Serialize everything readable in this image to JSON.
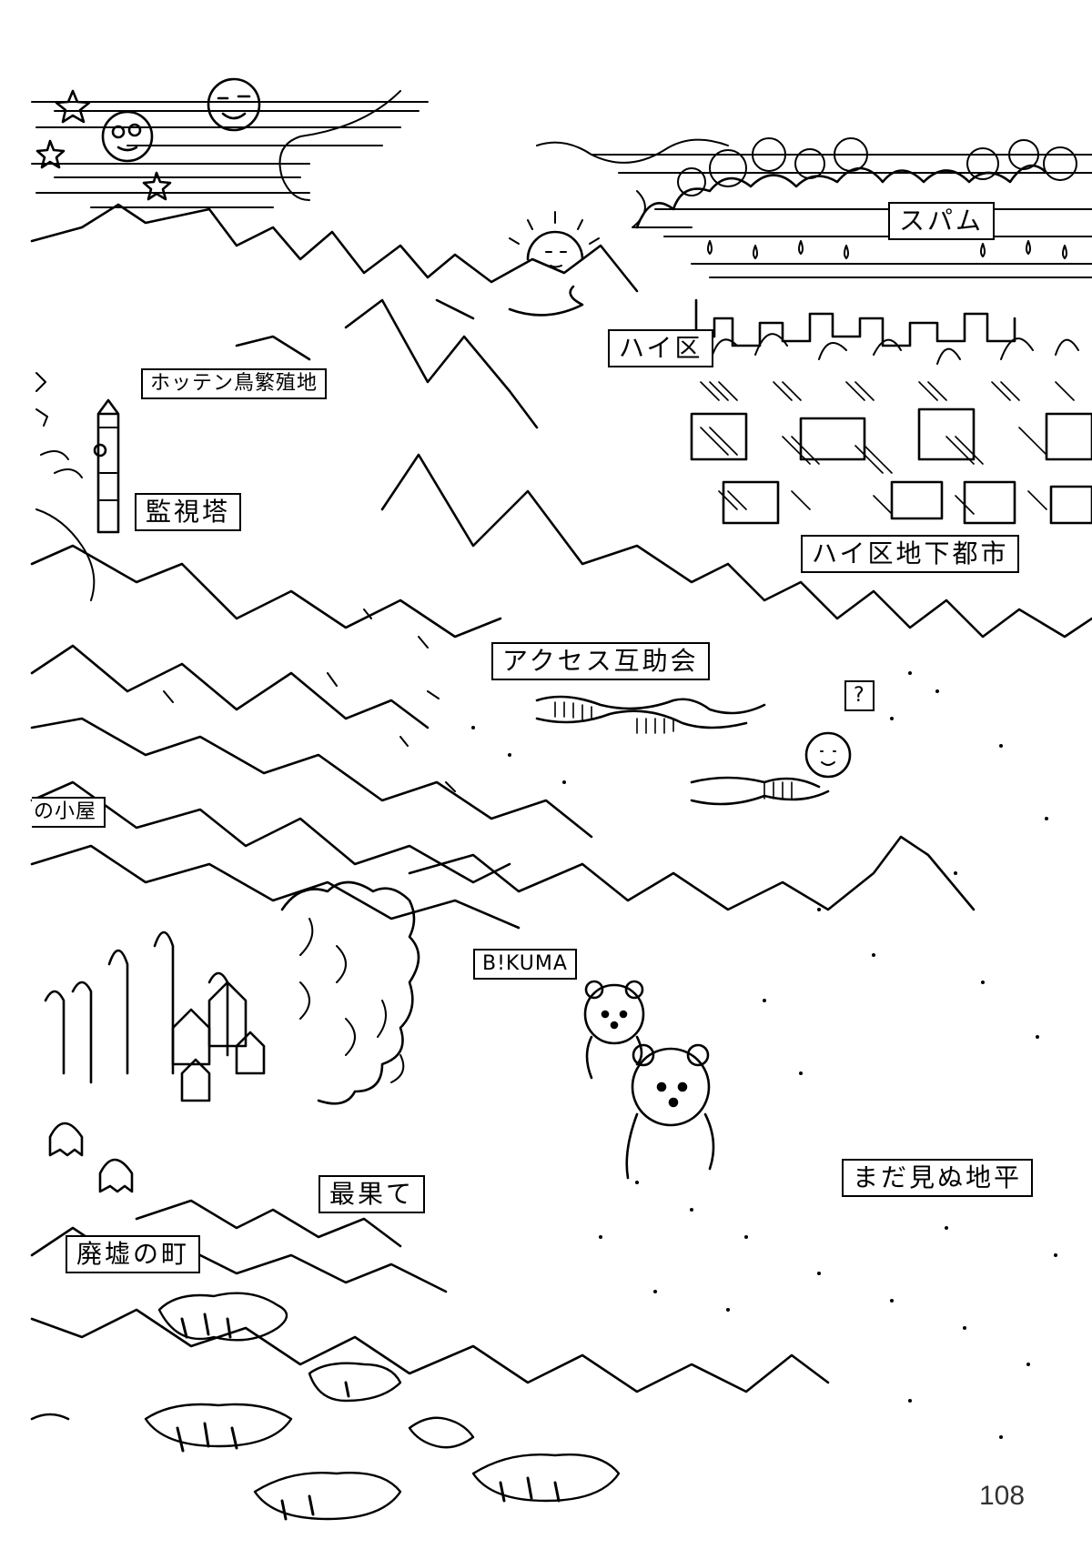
{
  "labels": {
    "spam": "スパム",
    "hai_ku": "ハイ区",
    "hotten": "ホッテン鳥繁殖地",
    "watchtower": "監視塔",
    "hai_ku_underground": "ハイ区地下都市",
    "access": "アクセス互助会",
    "question": "?",
    "village_partial": "の小屋",
    "bikuma": "B!KUMA",
    "saihate": "最果て",
    "haikyo": "廃墟の町",
    "unseen": "まだ見ぬ地平"
  },
  "page_number": "108"
}
